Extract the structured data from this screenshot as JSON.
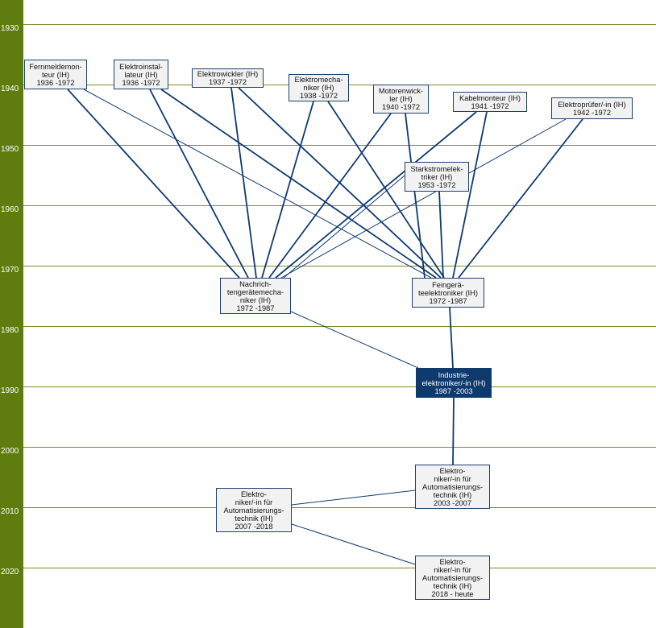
{
  "years": [
    "1930",
    "1940",
    "1950",
    "1960",
    "1970",
    "1980",
    "1990",
    "2000",
    "2010",
    "2020"
  ],
  "colors": {
    "axis": "#5f7d0f",
    "grid": "#7f8a2a",
    "edge": "#0f3a6e",
    "node_bg": "#f2f2f2",
    "highlight_bg": "#0f3a6e"
  },
  "nodes": [
    {
      "id": "fernmeldemonteur",
      "lines": [
        "Fernmeldemon-",
        "teur (IH)",
        "1936 -1972"
      ]
    },
    {
      "id": "elektroinstallateur",
      "lines": [
        "Elektroinstal-",
        "lateur (IH)",
        "1936 -1972"
      ]
    },
    {
      "id": "elektrowickler",
      "lines": [
        "Elektrowickler (IH)",
        "1937 -1972"
      ]
    },
    {
      "id": "elektromechaniker",
      "lines": [
        "Elektromecha-",
        "niker (IH)",
        "1938 -1972"
      ]
    },
    {
      "id": "motorenwickler",
      "lines": [
        "Motorenwick-",
        "ler (IH)",
        "1940 -1972"
      ]
    },
    {
      "id": "kabelmonteur",
      "lines": [
        "Kabelmonteur (IH)",
        "1941 -1972"
      ]
    },
    {
      "id": "elektropruefer",
      "lines": [
        "Elektroprüfer/-in (IH)",
        "1942 -1972"
      ]
    },
    {
      "id": "starkstromelektriker",
      "lines": [
        "Starkstromelek-",
        "triker (IH)",
        "1953 -1972"
      ]
    },
    {
      "id": "nachrichtengeraetemechaniker",
      "lines": [
        "Nachrich-",
        "tengerätemecha-",
        "niker (IH)",
        "1972 -1987"
      ]
    },
    {
      "id": "feingeraeteelektroniker",
      "lines": [
        "Feingerä-",
        "teelektroniker (IH)",
        "1972 -1987"
      ]
    },
    {
      "id": "industrieelektroniker",
      "lines": [
        "Industrie-",
        "elektroniker/-in (IH)",
        "1987 -2003"
      ],
      "highlight": true
    },
    {
      "id": "automatisierung_2003",
      "lines": [
        "Elektro-",
        "niker/-in für",
        "Automatisierungs-",
        "technik (IH)",
        "2003 -2007"
      ]
    },
    {
      "id": "automatisierung_2007",
      "lines": [
        "Elektro-",
        "niker/-in für",
        "Automatisierungs-",
        "technik (IH)",
        "2007 -2018"
      ]
    },
    {
      "id": "automatisierung_2018",
      "lines": [
        "Elektro-",
        "niker/-in für",
        "Automatisierungs-",
        "technik (IH)",
        "2018 - heute"
      ]
    }
  ],
  "edges": [
    [
      "fernmeldemonteur",
      "nachrichtengeraetemechaniker"
    ],
    [
      "fernmeldemonteur",
      "feingeraeteelektroniker"
    ],
    [
      "elektroinstallateur",
      "nachrichtengeraetemechaniker"
    ],
    [
      "elektroinstallateur",
      "feingeraeteelektroniker"
    ],
    [
      "elektrowickler",
      "nachrichtengeraetemechaniker"
    ],
    [
      "elektrowickler",
      "feingeraeteelektroniker"
    ],
    [
      "elektromechaniker",
      "nachrichtengeraetemechaniker"
    ],
    [
      "elektromechaniker",
      "feingeraeteelektroniker"
    ],
    [
      "motorenwickler",
      "nachrichtengeraetemechaniker"
    ],
    [
      "motorenwickler",
      "feingeraeteelektroniker"
    ],
    [
      "kabelmonteur",
      "nachrichtengeraetemechaniker"
    ],
    [
      "kabelmonteur",
      "feingeraeteelektroniker"
    ],
    [
      "elektropruefer",
      "nachrichtengeraetemechaniker"
    ],
    [
      "elektropruefer",
      "feingeraeteelektroniker"
    ],
    [
      "starkstromelektriker",
      "nachrichtengeraetemechaniker"
    ],
    [
      "starkstromelektriker",
      "feingeraeteelektroniker"
    ],
    [
      "nachrichtengeraetemechaniker",
      "industrieelektroniker"
    ],
    [
      "feingeraeteelektroniker",
      "industrieelektroniker"
    ],
    [
      "industrieelektroniker",
      "automatisierung_2003"
    ],
    [
      "automatisierung_2003",
      "automatisierung_2007"
    ],
    [
      "automatisierung_2007",
      "automatisierung_2018"
    ]
  ]
}
